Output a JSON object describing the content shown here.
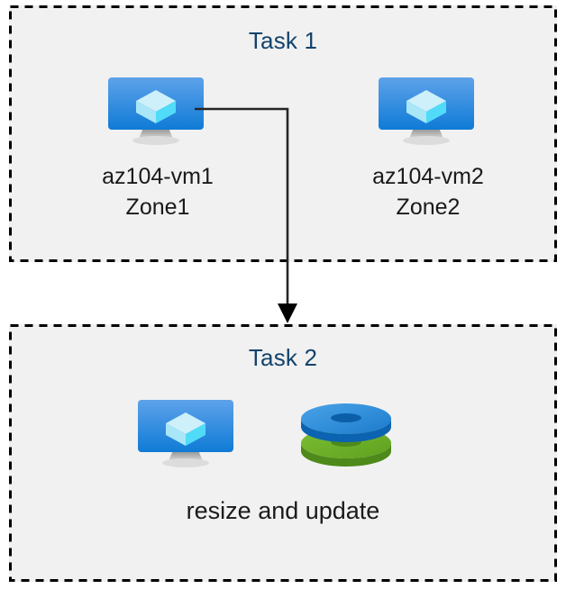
{
  "diagram": {
    "type": "flow-diagram",
    "background_color": "#ffffff",
    "panel_fill": "#f1f1f1",
    "border_style": "dashed",
    "border_color": "#000000",
    "title_color": "#13436B",
    "label_color": "#1a1a1a",
    "connector_color": "#262626"
  },
  "task1": {
    "title": "Task 1",
    "nodes": [
      {
        "icon": "virtual-machine-icon",
        "name": "az104-vm1",
        "zone": "Zone1",
        "label": "az104-vm1\nZone1"
      },
      {
        "icon": "virtual-machine-icon",
        "name": "az104-vm2",
        "zone": "Zone2",
        "label": "az104-vm2\nZone2"
      }
    ]
  },
  "task2": {
    "title": "Task 2",
    "caption": "resize and update",
    "nodes": [
      {
        "icon": "virtual-machine-icon"
      },
      {
        "icon": "managed-disks-icon"
      }
    ]
  },
  "connector": {
    "from": "az104-vm1",
    "to": "task2",
    "arrow": "down-arrow"
  },
  "colors": {
    "azure_blue_light": "#5EA2EA",
    "azure_blue_dark": "#0F7BD6",
    "cube_top": "#CDF0FB",
    "cube_left": "#9BE2F7",
    "cube_right": "#50DCF8",
    "disk_blue": "#2D8CDB",
    "disk_blue_dark": "#0B63B1",
    "disk_green": "#6CB02A",
    "disk_green_dark": "#4E8A1B",
    "monitor_stand": "#A8A8A8"
  }
}
